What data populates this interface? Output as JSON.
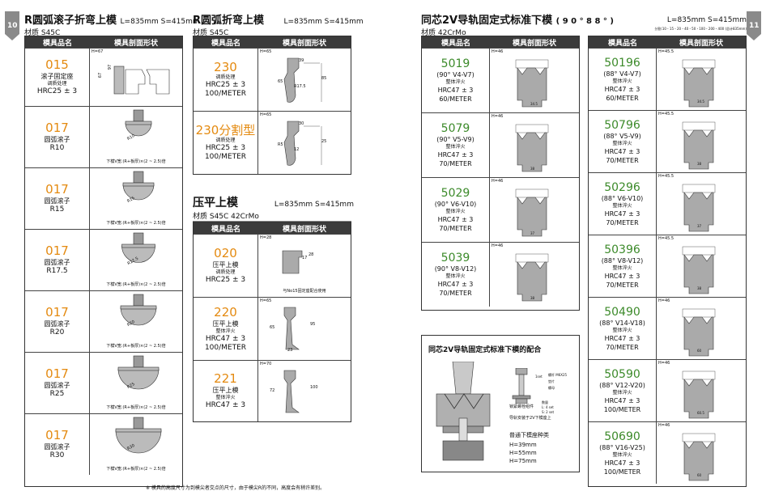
{
  "tabs": {
    "left": "10",
    "right": "11"
  },
  "sec1": {
    "title": "R圆弧滚子折弯上模",
    "dims": "L=835mm  S=415mm",
    "material": "材质  S45C",
    "col1": "模具品名",
    "col2": "模具剖面形状",
    "rows": [
      {
        "code": "015",
        "name": "滚子固定座",
        "note": "调质处理",
        "spec": "HRC25 ± 3",
        "h": "H=67",
        "d1": "67",
        "d2": "97",
        "formula": ""
      },
      {
        "code": "017",
        "name": "圆弧滚子",
        "spec": "R10",
        "r": "R10",
        "formula": "下模V宽:(R+板厚)×(2 ~ 2.5)倍"
      },
      {
        "code": "017",
        "name": "圆弧滚子",
        "spec": "R15",
        "r": "R15",
        "formula": "下模V宽:(R+板厚)×(2 ~ 2.5)倍"
      },
      {
        "code": "017",
        "name": "圆弧滚子",
        "spec": "R17.5",
        "r": "R17.5",
        "formula": "下模V宽:(R+板厚)×(2 ~ 2.5)倍"
      },
      {
        "code": "017",
        "name": "圆弧滚子",
        "spec": "R20",
        "r": "R20",
        "formula": "下模V宽:(R+板厚)×(2 ~ 2.5)倍"
      },
      {
        "code": "017",
        "name": "圆弧滚子",
        "spec": "R25",
        "r": "R25",
        "formula": "下模V宽:(R+板厚)×(2 ~ 2.5)倍"
      },
      {
        "code": "017",
        "name": "圆弧滚子",
        "spec": "R30",
        "r": "R30",
        "formula": "下模V宽:(R+板厚)×(2 ~ 2.5)倍"
      }
    ]
  },
  "sec2": {
    "title": "R圆弧折弯上模",
    "dims": "L=835mm  S=415mm",
    "material": "材质  S45C",
    "col1": "模具品名",
    "col2": "模具剖面形状",
    "rows": [
      {
        "code": "230",
        "note": "调质处理",
        "spec": "HRC25 ± 3",
        "len": "100/METER",
        "h": "H=65",
        "a": "39",
        "b": "65",
        "c": "R17.5",
        "d": "85"
      },
      {
        "code": "230分割型",
        "note": "调质处理",
        "spec": "HRC25 ± 3",
        "len": "100/METER",
        "h": "H=65",
        "a": "30",
        "b": "R5",
        "c": "12",
        "d": "25"
      }
    ]
  },
  "sec3": {
    "title": "压平上模",
    "dims": "L=835mm  S=415mm",
    "material": "材质  S45C    42CrMo",
    "col1": "模具品名",
    "col2": "模具剖面形状",
    "rows": [
      {
        "code": "020",
        "name": "压平上模",
        "note": "调质处理",
        "spec": "HRC25 ± 3",
        "len": "",
        "h": "H=28",
        "a": "17",
        "b": "28",
        "extra": "与No15固定座配合使用"
      },
      {
        "code": "220",
        "name": "压平上模",
        "note": "整体淬火",
        "spec": "HRC47 ± 3",
        "len": "100/METER",
        "h": "H=65",
        "a": "65",
        "b": "95",
        "c": "23"
      },
      {
        "code": "221",
        "name": "压平上模",
        "note": "整体淬火",
        "spec": "HRC47 ± 3",
        "len": "",
        "h": "H=70",
        "a": "72",
        "b": "100"
      }
    ]
  },
  "sec4": {
    "title": "同芯2V导轨固定式标准下模",
    "angle": "( 9 0 ° 8 8 ° )",
    "dims": "L=835mm  S=415mm",
    "seg": "分割:10・15・20・40・50・100・200・400 (总计835mm)",
    "material": "材质  42CrMo",
    "col1": "模具品名",
    "col2": "模具剖面形状",
    "left": [
      {
        "code": "5019",
        "v": "(90° V4-V7)",
        "note": "整体淬火",
        "spec": "HRC47 ± 3",
        "len": "60/METER",
        "h": "H=46",
        "w": "34.5"
      },
      {
        "code": "5079",
        "v": "(90° V5-V9)",
        "note": "整体淬火",
        "spec": "HRC47 ± 3",
        "len": "70/METER",
        "h": "H=46",
        "w": "38"
      },
      {
        "code": "5029",
        "v": "(90° V6-V10)",
        "note": "整体淬火",
        "spec": "HRC47 ± 3",
        "len": "70/METER",
        "h": "H=46",
        "w": "37"
      },
      {
        "code": "5039",
        "v": "(90° V8-V12)",
        "note": "整体淬火",
        "spec": "HRC47 ± 3",
        "len": "70/METER",
        "h": "H=46",
        "w": "38"
      }
    ],
    "right": [
      {
        "code": "50196",
        "v": "(88° V4-V7)",
        "note": "整体淬火",
        "spec": "HRC47 ± 3",
        "len": "60/METER",
        "h": "H=45.5",
        "w": "34.5"
      },
      {
        "code": "50796",
        "v": "(88° V5-V9)",
        "note": "整体淬火",
        "spec": "HRC47 ± 3",
        "len": "70/METER",
        "h": "H=45.5",
        "w": "38"
      },
      {
        "code": "50296",
        "v": "(88° V6-V10)",
        "note": "整体淬火",
        "spec": "HRC47 ± 3",
        "len": "70/METER",
        "h": "H=45.5",
        "w": "37"
      },
      {
        "code": "50396",
        "v": "(88° V8-V12)",
        "note": "整体淬火",
        "spec": "HRC47 ± 3",
        "len": "70/METER",
        "h": "H=45.5",
        "w": "38"
      },
      {
        "code": "50490",
        "v": "(88° V14-V18)",
        "note": "整体淬火",
        "spec": "HRC47 ± 3",
        "len": "70/METER",
        "h": "H=46",
        "w": "60"
      },
      {
        "code": "50590",
        "v": "(88° V12-V20)",
        "note": "整体淬火",
        "spec": "HRC47 ± 3",
        "len": "100/METER",
        "h": "H=46",
        "w": "60.5"
      },
      {
        "code": "50690",
        "v": "(88° V16-V25)",
        "note": "整体淬火",
        "spec": "HRC47 ± 3",
        "len": "100/METER",
        "h": "H=46",
        "w": "60"
      }
    ]
  },
  "assembly": {
    "title": "同芯2V导轨固定式标准下模的配合",
    "bolt": "螺杆 M6X25",
    "nut": "垫片",
    "washer": "螺母",
    "set": "锁紧螺栓组件",
    "qty": "数量",
    "l": "L: 4 set",
    "s": "S: 2 set",
    "mount": "导轨安装于2V下模座上",
    "types": "普通下模座种类",
    "h1": "H=39mm",
    "h2": "H=55mm",
    "h3": "H=75mm",
    "tool": "1set"
  },
  "footer": "※ 模具的高度尺寸为到模尖者交点的尺寸，由于模尖R的不同，高度会有稍许差别。"
}
